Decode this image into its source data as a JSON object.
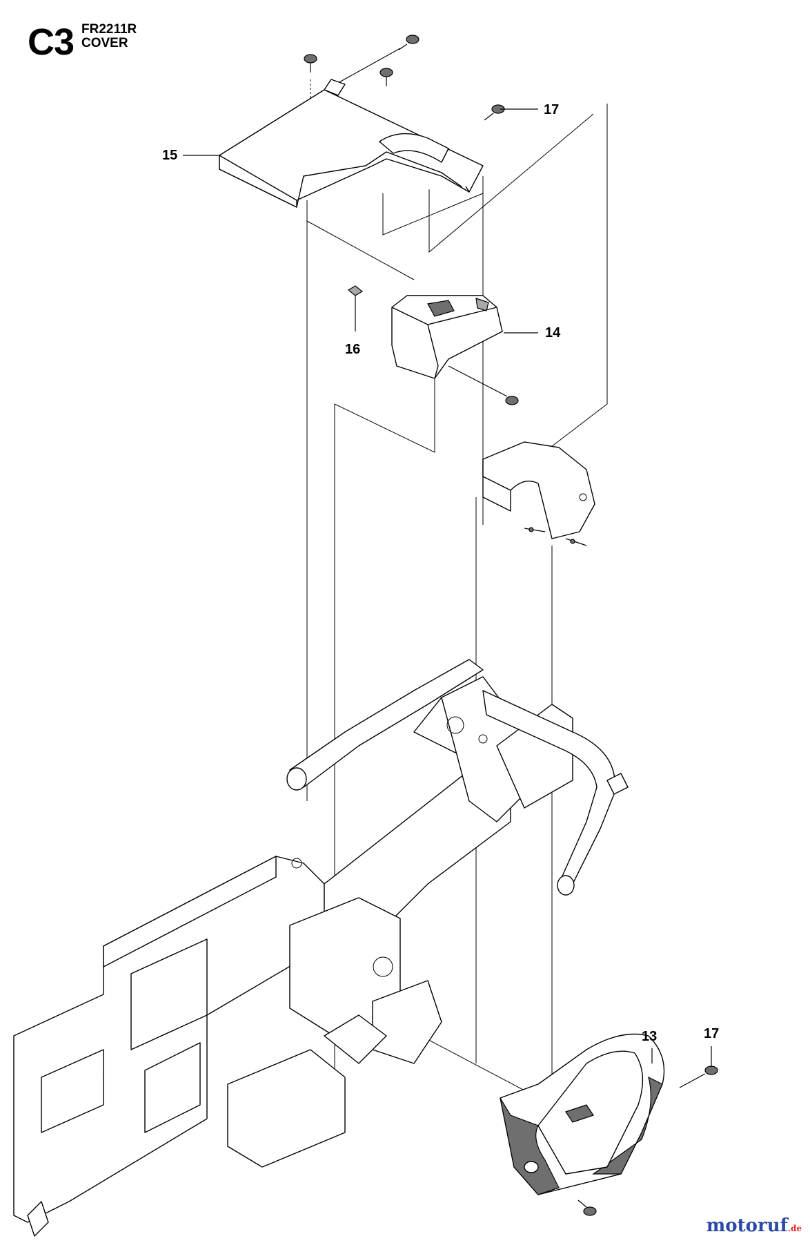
{
  "header": {
    "section_code": "C3",
    "model": "FR2211R",
    "part_name": "COVER"
  },
  "callouts": {
    "c13": "13",
    "c14": "14",
    "c15": "15",
    "c16": "16",
    "c17_top": "17",
    "c17_bottom": "17"
  },
  "watermark": {
    "brand": "motoruf",
    "tld": ".de"
  },
  "colors": {
    "line": "#000000",
    "shade": "#6f6f6f",
    "watermark_brand": "#2a48a8",
    "watermark_tld": "#e02a2a"
  }
}
